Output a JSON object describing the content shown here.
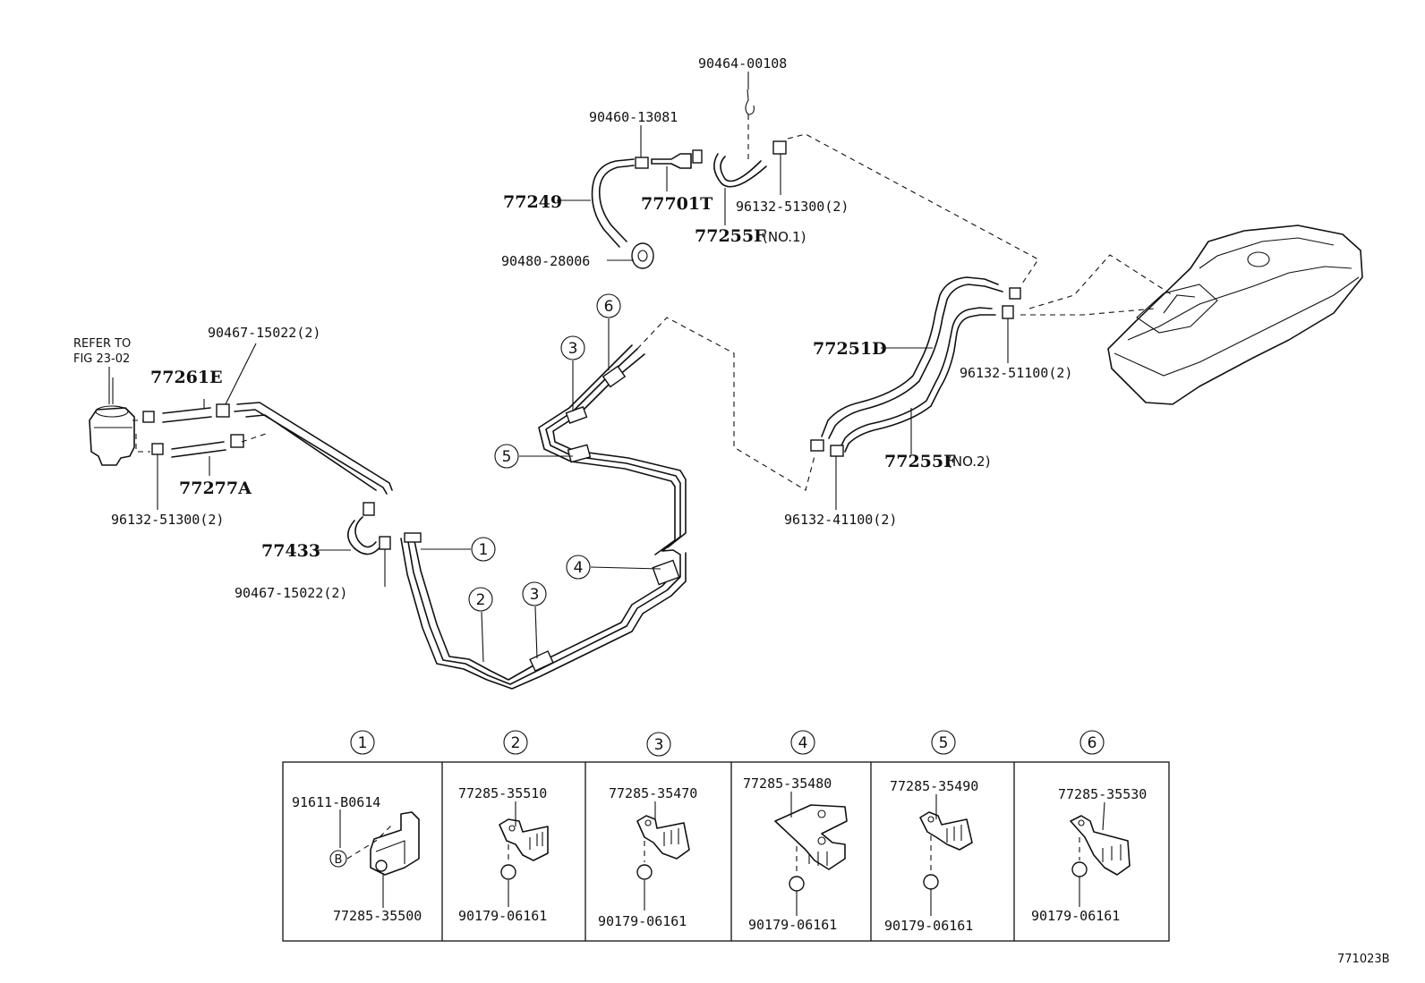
{
  "labels": {
    "p90464_00108": "90464-00108",
    "p90460_13081": "90460-13081",
    "p77249": "77249",
    "p77701T": "77701T",
    "p96132_51300_top": "96132-51300(2)",
    "p77255F_no1": "77255F",
    "no1": "(NO.1)",
    "p90480_28006": "90480-28006",
    "p77251D": "77251D",
    "p96132_51100": "96132-51100(2)",
    "p77255F_no2": "77255F",
    "no2": "(NO.2)",
    "p96132_41100": "96132-41100(2)",
    "refer_line1": "REFER TO",
    "refer_line2": "FIG 23-02",
    "p90467_15022_top": "90467-15022(2)",
    "p77261E": "77261E",
    "p77277A": "77277A",
    "p96132_51300_left": "96132-51300(2)",
    "p77433": "77433",
    "p90467_15022_bottom": "90467-15022(2)",
    "figure_code": "771023B"
  },
  "callouts": {
    "c1": "1",
    "c2": "2",
    "c3a": "3",
    "c3b": "3",
    "c4": "4",
    "c5": "5",
    "c6": "6"
  },
  "detail_panels": [
    {
      "number": "1",
      "part_top": "91611-B0614",
      "bolt_letter": "B",
      "part_bottom": "77285-35500"
    },
    {
      "number": "2",
      "part_top": "77285-35510",
      "part_bottom": "90179-06161"
    },
    {
      "number": "3",
      "part_top": "77285-35470",
      "part_bottom": "90179-06161"
    },
    {
      "number": "4",
      "part_top": "77285-35480",
      "part_bottom": "90179-06161"
    },
    {
      "number": "5",
      "part_top": "77285-35490",
      "part_bottom": "90179-06161"
    },
    {
      "number": "6",
      "part_top": "77285-35530",
      "part_bottom": "90179-06161"
    }
  ]
}
